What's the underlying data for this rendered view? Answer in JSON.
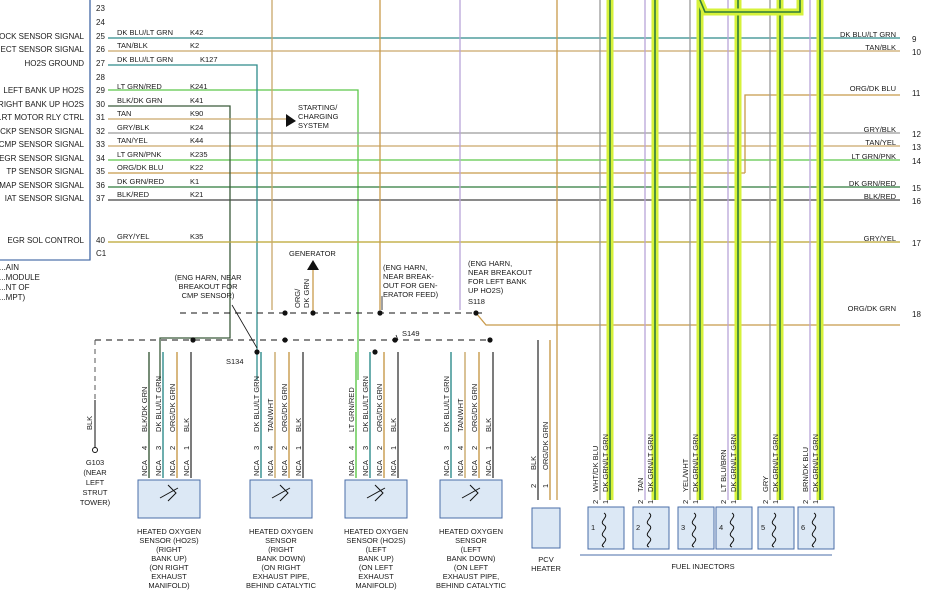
{
  "colors": {
    "bg": "#ffffff",
    "dk_blu_lt_grn": "#2e8b8b",
    "tan": "#c9a76a",
    "lt_grn": "#5cc84a",
    "org": "#c89a4a",
    "gry": "#9a9a9a",
    "gry_yel": "#c2b04a",
    "blk": "#444444",
    "red": "#b05050",
    "dk_grn": "#2f7a3a",
    "highlight": "#d6f23a",
    "purple": "#b8a4d8",
    "blk_dk_grn": "#3b5a3b"
  },
  "module": {
    "extra_pin_numbers": [
      "23",
      "24",
      "28"
    ],
    "labels": [
      "...OCK SENSOR SIGNAL",
      "...ECT SENSOR SIGNAL",
      "HO2S GROUND",
      "LEFT BANK UP HO2S",
      "RIGHT BANK UP HO2S",
      "...RT MOTOR RLY CTRL",
      "CKP SENSOR SIGNAL",
      "CMP SENSOR SIGNAL",
      "EGR SENSOR SIGNAL",
      "TP SENSOR SIGNAL",
      "MAP SENSOR SIGNAL",
      "IAT SENSOR SIGNAL",
      "EGR SOL CONTROL"
    ],
    "footer_lines": [
      "...AIN",
      "...MODULE",
      "...NT OF",
      "...MPT)"
    ]
  },
  "circuits": [
    {
      "pin": "25",
      "color": "DK BLU/LT GRN",
      "circuit": "K42",
      "right_label": "DK BLU/LT GRN",
      "right_num": "9"
    },
    {
      "pin": "26",
      "color": "TAN/BLK",
      "circuit": "K2",
      "right_label": "TAN/BLK",
      "right_num": "10"
    },
    {
      "pin": "27",
      "color": "DK BLU/LT GRN",
      "circuit": "K127",
      "right_label": "",
      "right_num": ""
    },
    {
      "pin": "29",
      "color": "LT GRN/RED",
      "circuit": "K241",
      "right_label": "ORG/DK BLU",
      "right_num": "11"
    },
    {
      "pin": "30",
      "color": "BLK/DK GRN",
      "circuit": "K41",
      "right_label": "",
      "right_num": ""
    },
    {
      "pin": "31",
      "color": "TAN",
      "circuit": "K90",
      "right_label": "",
      "right_num": ""
    },
    {
      "pin": "32",
      "color": "GRY/BLK",
      "circuit": "K24",
      "right_label": "GRY/BLK",
      "right_num": "12"
    },
    {
      "pin": "33",
      "color": "TAN/YEL",
      "circuit": "K44",
      "right_label": "TAN/YEL",
      "right_num": "13"
    },
    {
      "pin": "34",
      "color": "LT GRN/PNK",
      "circuit": "K235",
      "right_label": "LT GRN/PNK",
      "right_num": "14"
    },
    {
      "pin": "35",
      "color": "ORG/DK BLU",
      "circuit": "K22",
      "right_label": "",
      "right_num": ""
    },
    {
      "pin": "36",
      "color": "DK GRN/RED",
      "circuit": "K1",
      "right_label": "DK GRN/RED",
      "right_num": "15"
    },
    {
      "pin": "37",
      "color": "BLK/RED",
      "circuit": "K21",
      "right_label": "BLK/RED",
      "right_num": "16"
    },
    {
      "pin": "40",
      "color": "GRY/YEL",
      "circuit": "K35",
      "right_label": "GRY/YEL",
      "right_num": "17"
    },
    {
      "pin": "C1",
      "color": "",
      "circuit": "",
      "right_label": "",
      "right_num": ""
    }
  ],
  "right_extra": {
    "label": "ORG/DK GRN",
    "num": "18"
  },
  "starting_system": [
    "STARTING/",
    "CHARGING",
    "SYSTEM"
  ],
  "generator": {
    "label": "GENERATOR",
    "wire": [
      "ORG/",
      "DK GRN"
    ]
  },
  "callouts": {
    "cmp": [
      "(ENG HARN, NEAR",
      "BREAKOUT FOR",
      "CMP SENSOR)"
    ],
    "gen": [
      "(ENG HARN,",
      "NEAR BREAK-",
      "OUT FOR GEN-",
      "ERATOR FEED)"
    ],
    "left_ho2s": [
      "(ENG HARN,",
      "NEAR BREAKOUT",
      "FOR LEFT BANK",
      "UP HO2S)"
    ]
  },
  "splices": {
    "s134": "S134",
    "s149": "S149",
    "s118": "S118"
  },
  "ground": {
    "wire": "BLK",
    "label": [
      "G103",
      "(NEAR",
      "LEFT",
      "STRUT",
      "TOWER)"
    ]
  },
  "ncas": "NCA",
  "sensors": [
    {
      "wires": [
        "BLK/DK GRN",
        "DK BLU/LT GRN",
        "ORG/DK GRN",
        "BLK"
      ],
      "pins": [
        "4",
        "3",
        "2",
        "1"
      ],
      "label": [
        "HEATED OXYGEN",
        "SENSOR (HO2S)",
        "(RIGHT",
        "BANK UP)",
        "(ON RIGHT",
        "EXHAUST",
        "MANIFOLD)"
      ]
    },
    {
      "wires": [
        "DK BLU/LT GRN",
        "TAN/WHT",
        "ORG/DK GRN",
        "BLK"
      ],
      "pins": [
        "3",
        "4",
        "2",
        "1"
      ],
      "label": [
        "HEATED OXYGEN",
        "SENSOR",
        "(RIGHT",
        "BANK DOWN)",
        "(ON RIGHT",
        "EXHAUST PIPE,",
        "BEHIND CATALYTIC"
      ]
    },
    {
      "wires": [
        "LT GRN/RED",
        "DK BLU/LT GRN",
        "ORG/DK GRN",
        "BLK"
      ],
      "pins": [
        "4",
        "3",
        "2",
        "1"
      ],
      "label": [
        "HEATED OXYGEN",
        "SENSOR (HO2S)",
        "(LEFT",
        "BANK UP)",
        "(ON LEFT",
        "EXHAUST",
        "MANIFOLD)"
      ]
    },
    {
      "wires": [
        "DK BLU/LT GRN",
        "TAN/WHT",
        "ORG/DK GRN",
        "BLK"
      ],
      "pins": [
        "3",
        "4",
        "2",
        "1"
      ],
      "label": [
        "HEATED OXYGEN",
        "SENSOR",
        "(LEFT",
        "BANK DOWN)",
        "(ON LEFT",
        "EXHAUST PIPE,",
        "BEHIND CATALYTIC"
      ]
    }
  ],
  "pcv": {
    "wires": [
      "BLK",
      "ORG/DK GRN"
    ],
    "pins": [
      "2",
      "1"
    ],
    "label": [
      "PCV",
      "HEATER"
    ]
  },
  "injectors": {
    "label": "FUEL INJECTORS",
    "items": [
      {
        "num": "1",
        "wires": [
          "WHT/DK BLU",
          "DK GRN/LT GRN"
        ]
      },
      {
        "num": "2",
        "wires": [
          "TAN",
          "DK GRN/LT GRN"
        ]
      },
      {
        "num": "3",
        "wires": [
          "YEL/WHT",
          "DK GRN/LT GRN"
        ]
      },
      {
        "num": "4",
        "wires": [
          "LT BLU/BRN",
          "DK GRN/LT GRN"
        ]
      },
      {
        "num": "5",
        "wires": [
          "GRY",
          "DK GRN/LT GRN"
        ]
      },
      {
        "num": "6",
        "wires": [
          "BRN/DK BLU",
          "DK GRN/LT GRN"
        ]
      }
    ],
    "pins": [
      "2",
      "1"
    ]
  }
}
